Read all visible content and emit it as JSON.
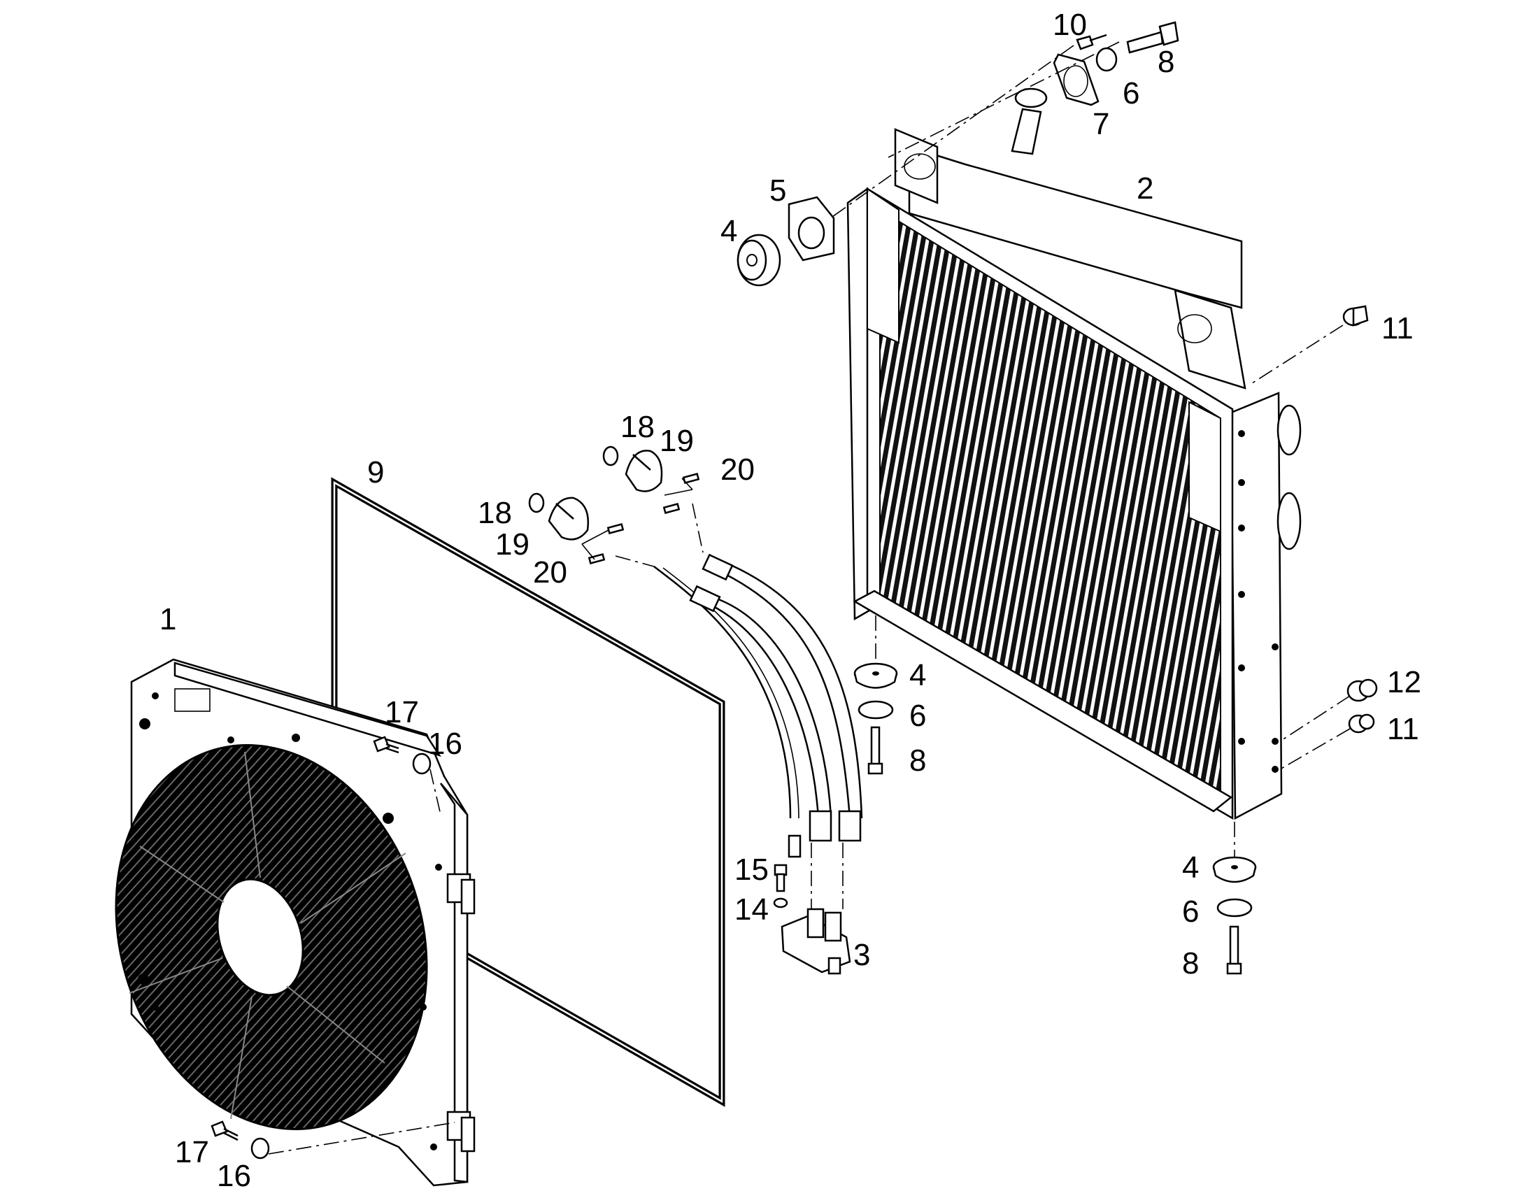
{
  "callouts": [
    "1",
    "2",
    "3",
    "4",
    "5",
    "6",
    "7",
    "8",
    "9",
    "10",
    "11",
    "12",
    "14",
    "15",
    "16",
    "17",
    "18",
    "19",
    "20"
  ]
}
